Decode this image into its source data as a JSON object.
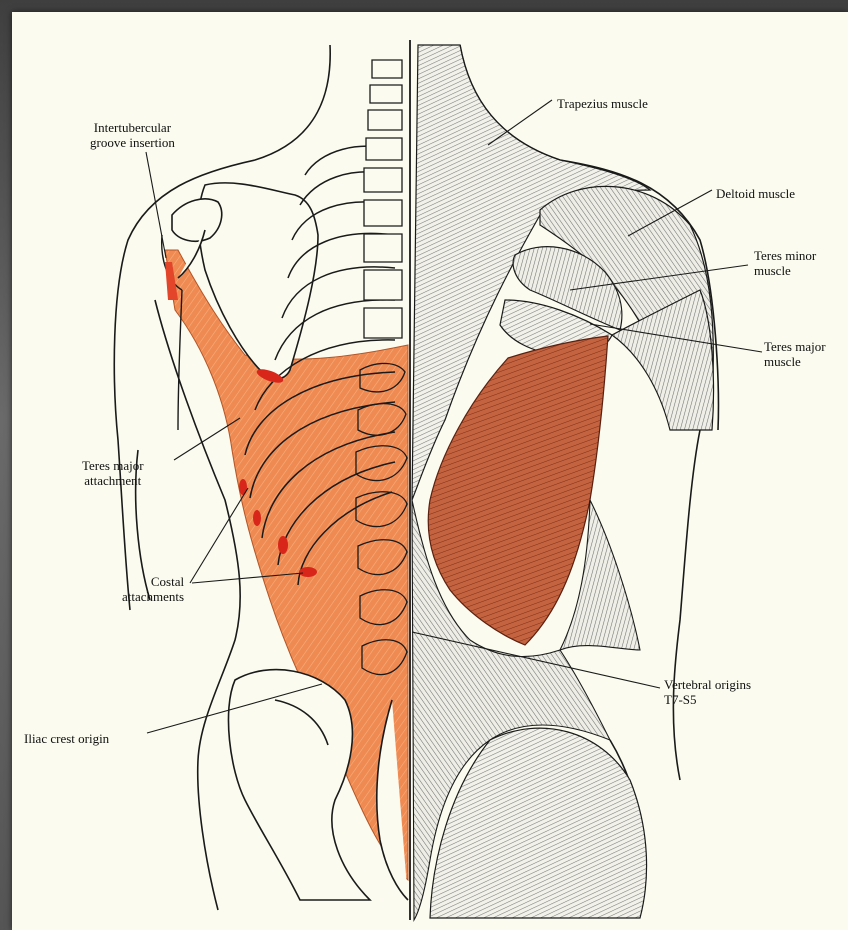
{
  "labels": {
    "intertubercular": "Intertubercular\ngroove insertion",
    "teres_major_attachment": "Teres major\nattachment",
    "costal_attachments": "Costal\nattachments",
    "iliac_crest_origin": "Iliac crest origin",
    "trapezius": "Trapezius muscle",
    "deltoid": "Deltoid muscle",
    "teres_minor": "Teres minor\nmuscle",
    "teres_major": "Teres major\nmuscle",
    "vertebral_origins": "Vertebral origins\nT7-S5"
  },
  "colors": {
    "background": "#fbfbef",
    "frame": "#5e5e5e",
    "latissimus_origin_fill": "#ee8a52",
    "latissimus_muscle_fill": "#c2603e",
    "attachment_marks": "#d8261a",
    "line_art": "#1a1a1a",
    "muscle_shading": "#6f6f6f"
  }
}
